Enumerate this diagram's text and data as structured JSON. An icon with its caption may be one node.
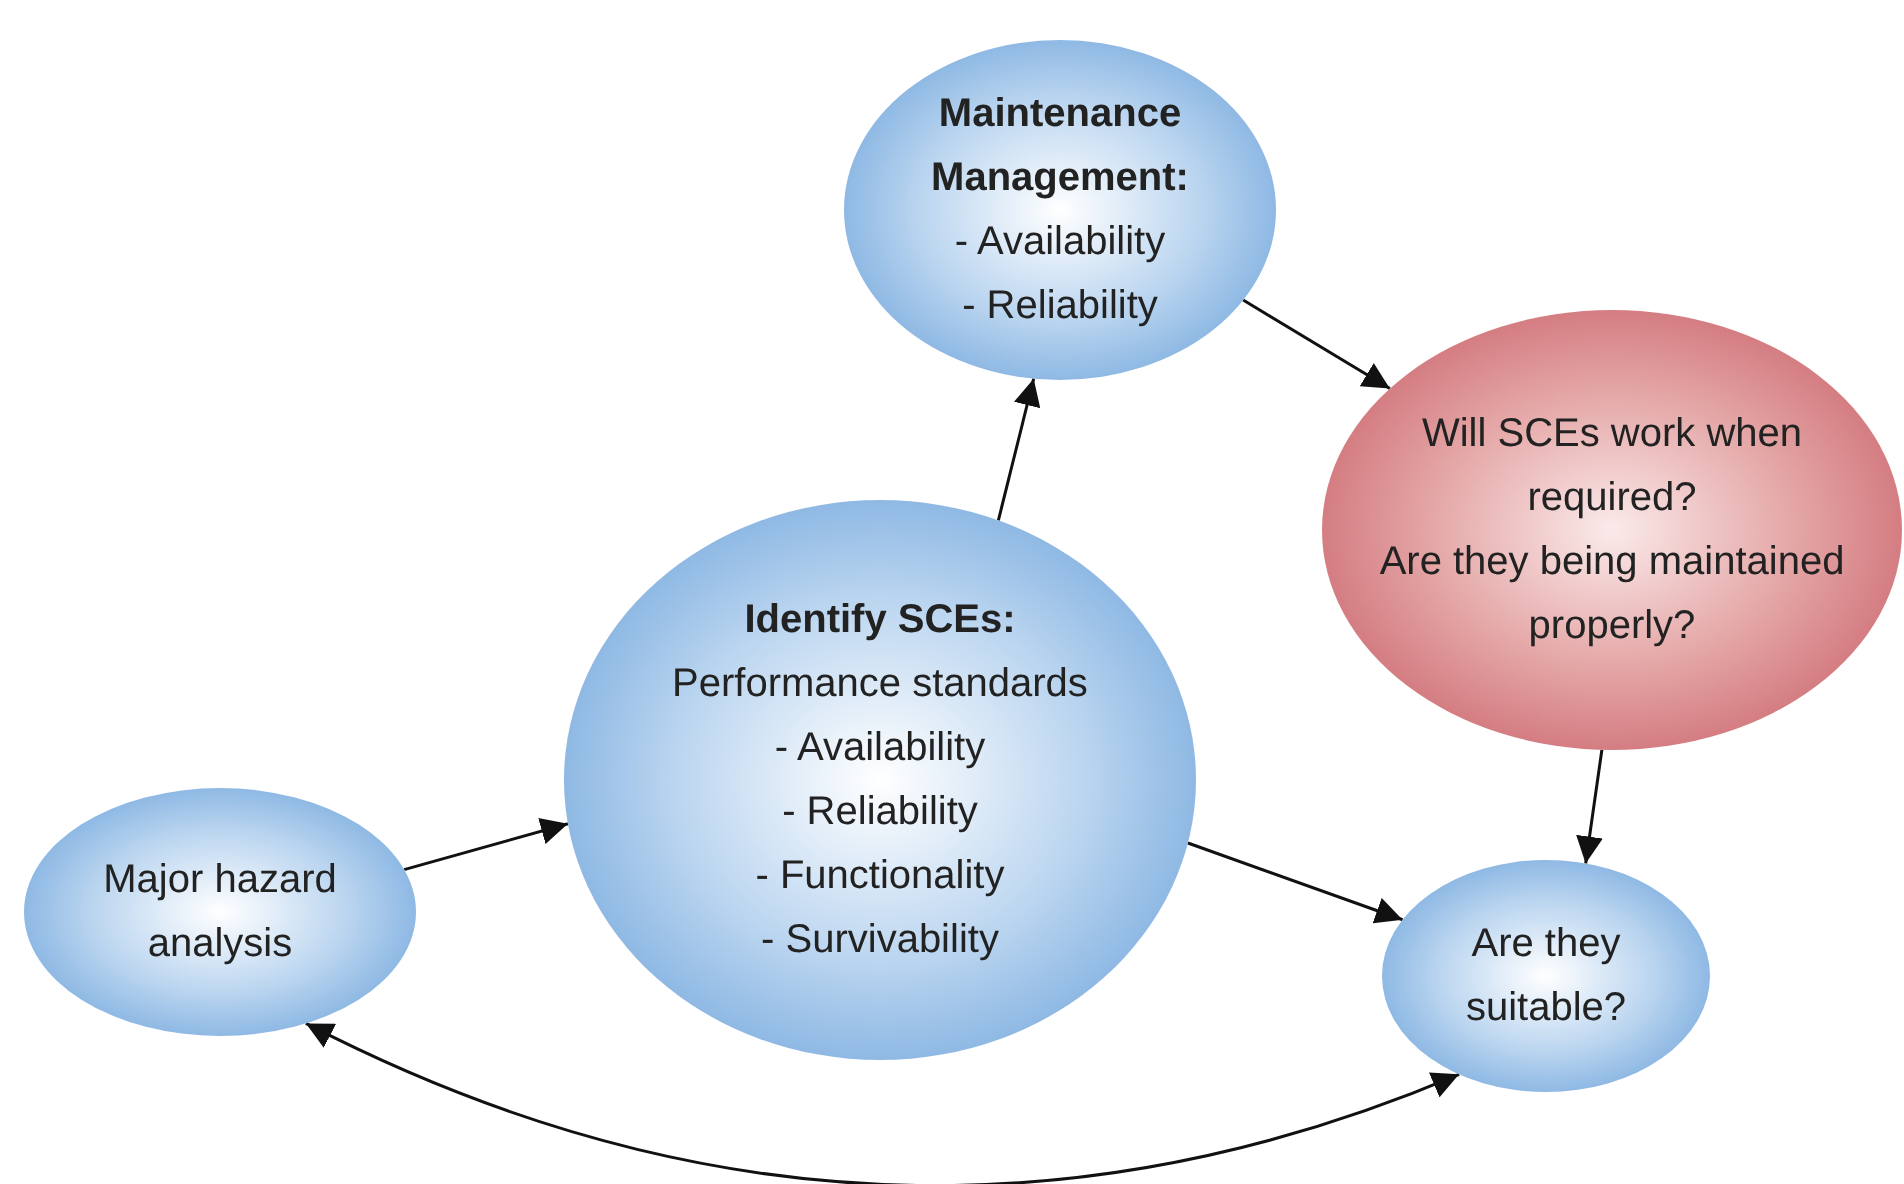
{
  "diagram": {
    "nodes": [
      {
        "text": [
          "Maintenance Management:",
          "- Availability",
          "- Reliability"
        ]
      },
      {
        "text": [
          "Will SCEs work when required?",
          "Are they being maintained properly?"
        ]
      },
      {
        "text": [
          "Identify SCEs:",
          "Performance standards",
          "- Availability",
          "- Reliability",
          "- Functionality",
          "- Survivability"
        ]
      },
      {
        "text": [
          "Major hazard analysis"
        ]
      },
      {
        "text": [
          "Are they suitable?"
        ]
      }
    ],
    "edges": [
      {
        "from": 3,
        "to": 2,
        "arrow": "to"
      },
      {
        "from": 2,
        "to": 0,
        "arrow": "to"
      },
      {
        "from": 0,
        "to": 1,
        "arrow": "to"
      },
      {
        "from": 1,
        "to": 4,
        "arrow": "to"
      },
      {
        "from": 2,
        "to": 4,
        "arrow": "to"
      },
      {
        "from": 3,
        "to": 4,
        "arrow": "both"
      }
    ]
  }
}
